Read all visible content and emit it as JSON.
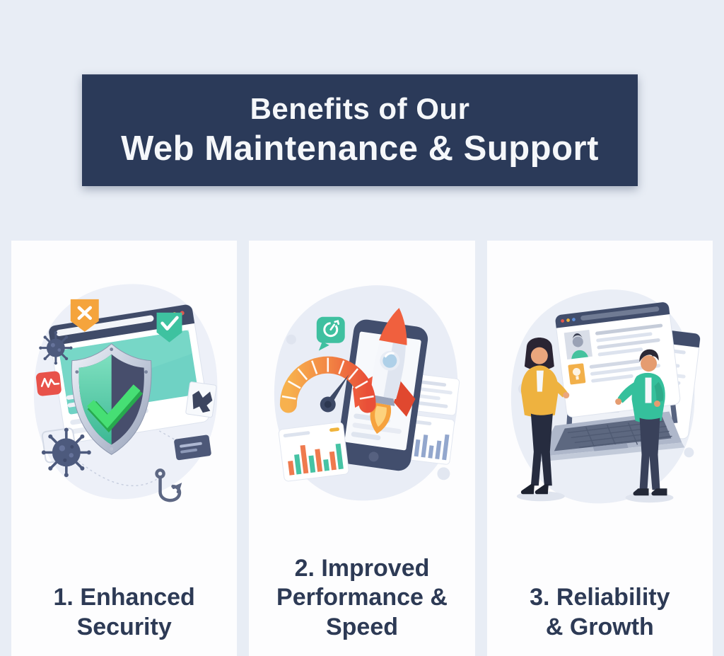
{
  "page": {
    "background_color": "#e8edf5",
    "card_background_color": "#fdfdfe"
  },
  "header": {
    "title_lines": [
      "Benefits of Our",
      "Web Maintenance & Support"
    ],
    "background_color": "#2b3a59",
    "text_color": "#f5f7fa"
  },
  "cards": [
    {
      "caption": "1. Enhanced Security",
      "caption_lines": [
        "1. Enhanced",
        "Security"
      ],
      "illustration_alt": "Browser window protected by a shield with a green checkmark, surrounded by virus icons, malware badges and a phishing hook"
    },
    {
      "caption": "2. Improved Performance & Speed",
      "caption_lines": [
        "2. Improved",
        "Performance &",
        "Speed"
      ],
      "illustration_alt": "Speedometer gauge and rocket launching in front of a smartphone with analytics bar charts"
    },
    {
      "caption": "3. Reliability & Growth",
      "caption_lines": [
        "3. Reliability",
        "& Growth"
      ],
      "illustration_alt": "Two people talking beside a laptop displaying a website profile page"
    }
  ],
  "colors": {
    "navy": "#2b3a59",
    "caption_text": "#2d3a55",
    "teal": "#3fc0a0",
    "screen_teal": "#6fd2c4",
    "orange": "#f5a43c",
    "red_orange": "#ee5a40",
    "alert_red": "#e8524a",
    "check_green": "#46df74",
    "jacket_yellow": "#eeb23f",
    "jacket_teal": "#35c09c",
    "illustration_navy": "#474e6c"
  }
}
